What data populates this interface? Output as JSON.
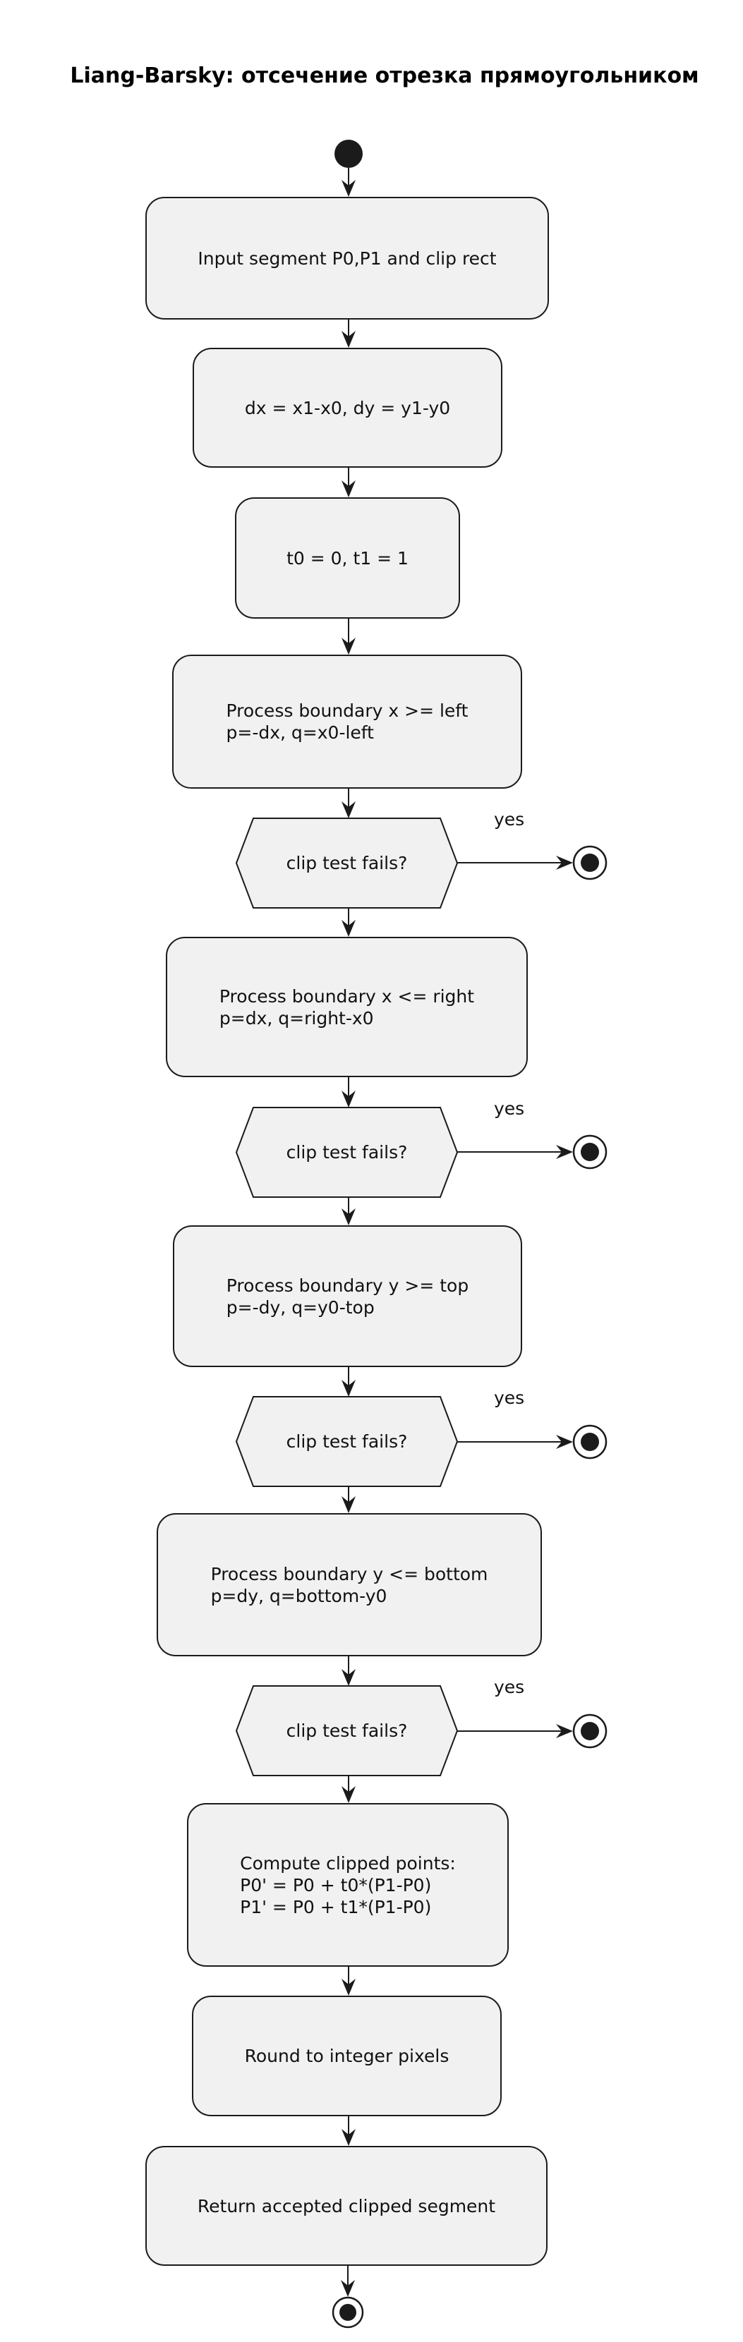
{
  "title": "Liang-Barsky: отсечение отрезка прямоугольником",
  "style": {
    "node_fill": "#f1f1f1",
    "line_color": "#1b1b1b",
    "text_color": "#111111",
    "background": "#ffffff"
  },
  "nodes": [
    {
      "id": "start",
      "kind": "start"
    },
    {
      "id": "input",
      "kind": "activity",
      "label": "Input segment P0,P1 and clip rect"
    },
    {
      "id": "deltas",
      "kind": "activity",
      "label": "dx = x1-x0, dy = y1-y0"
    },
    {
      "id": "init-t",
      "kind": "activity",
      "label": "t0 = 0, t1 = 1"
    },
    {
      "id": "boundary-left",
      "kind": "activity",
      "lines": [
        "Process boundary x >= left",
        "p=-dx, q=x0-left"
      ]
    },
    {
      "id": "test-left",
      "kind": "decision",
      "label": "clip test fails?",
      "branch_label": "yes"
    },
    {
      "id": "boundary-right",
      "kind": "activity",
      "lines": [
        "Process boundary x <= right",
        "p=dx, q=right-x0"
      ]
    },
    {
      "id": "test-right",
      "kind": "decision",
      "label": "clip test fails?",
      "branch_label": "yes"
    },
    {
      "id": "boundary-top",
      "kind": "activity",
      "lines": [
        "Process boundary y >= top",
        "p=-dy, q=y0-top"
      ]
    },
    {
      "id": "test-top",
      "kind": "decision",
      "label": "clip test fails?",
      "branch_label": "yes"
    },
    {
      "id": "boundary-bottom",
      "kind": "activity",
      "lines": [
        "Process boundary y <= bottom",
        "p=dy, q=bottom-y0"
      ]
    },
    {
      "id": "test-bottom",
      "kind": "decision",
      "label": "clip test fails?",
      "branch_label": "yes"
    },
    {
      "id": "compute",
      "kind": "activity",
      "lines": [
        "Compute clipped points:",
        "P0' = P0 + t0*(P1-P0)",
        "P1' = P0 + t1*(P1-P0)"
      ]
    },
    {
      "id": "round",
      "kind": "activity",
      "label": "Round to integer pixels"
    },
    {
      "id": "return",
      "kind": "activity",
      "label": "Return accepted clipped segment"
    },
    {
      "id": "end",
      "kind": "end"
    }
  ]
}
